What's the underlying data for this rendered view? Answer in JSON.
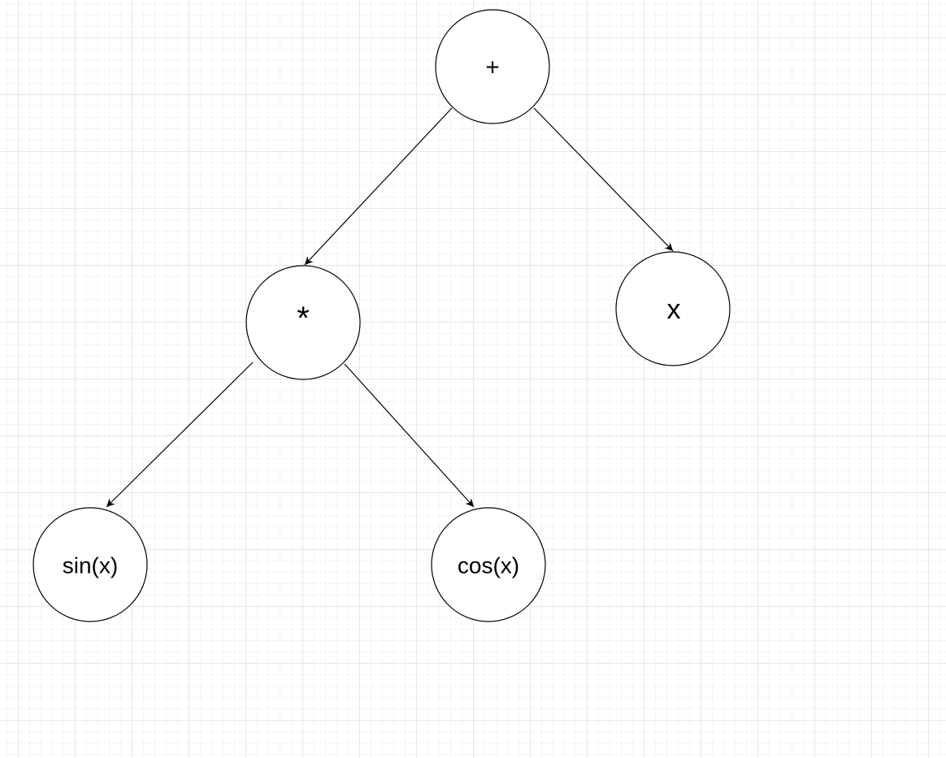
{
  "diagram": {
    "type": "expression-tree",
    "grid_color": "#e6e6e6",
    "node_stroke_color": "#000000",
    "nodes": [
      {
        "id": "plus",
        "label": "+"
      },
      {
        "id": "mul",
        "label": "*"
      },
      {
        "id": "x",
        "label": "x"
      },
      {
        "id": "sin",
        "label": "sin(x)"
      },
      {
        "id": "cos",
        "label": "cos(x)"
      }
    ],
    "edges": [
      {
        "from": "plus",
        "to": "mul"
      },
      {
        "from": "plus",
        "to": "x"
      },
      {
        "from": "mul",
        "to": "sin"
      },
      {
        "from": "mul",
        "to": "cos"
      }
    ]
  }
}
